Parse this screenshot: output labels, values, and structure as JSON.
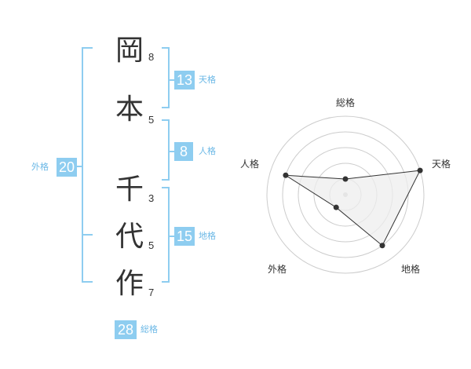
{
  "name": {
    "chars": [
      {
        "char": "岡",
        "strokes": "8"
      },
      {
        "char": "本",
        "strokes": "5"
      },
      {
        "char": "千",
        "strokes": "3"
      },
      {
        "char": "代",
        "strokes": "5"
      },
      {
        "char": "作",
        "strokes": "7"
      }
    ]
  },
  "fortune": {
    "tenkaku": {
      "value": "13",
      "label": "天格"
    },
    "jinkaku": {
      "value": "8",
      "label": "人格"
    },
    "chikaku": {
      "value": "15",
      "label": "地格"
    },
    "gaikaku": {
      "value": "20",
      "label": "外格"
    },
    "soukaku": {
      "value": "28",
      "label": "総格"
    }
  },
  "radar": {
    "labels": [
      "総格",
      "天格",
      "地格",
      "外格",
      "人格"
    ],
    "levels": 5,
    "values": [
      1,
      5,
      4,
      1,
      4
    ],
    "colors": {
      "ring": "#cccccc",
      "fill": "#eeeeee",
      "line": "#333333",
      "dot": "#333333",
      "center": "#cccccc"
    }
  },
  "colors": {
    "accent": "#8ecdf0",
    "label_text": "#6bb8e6",
    "text": "#333333"
  }
}
